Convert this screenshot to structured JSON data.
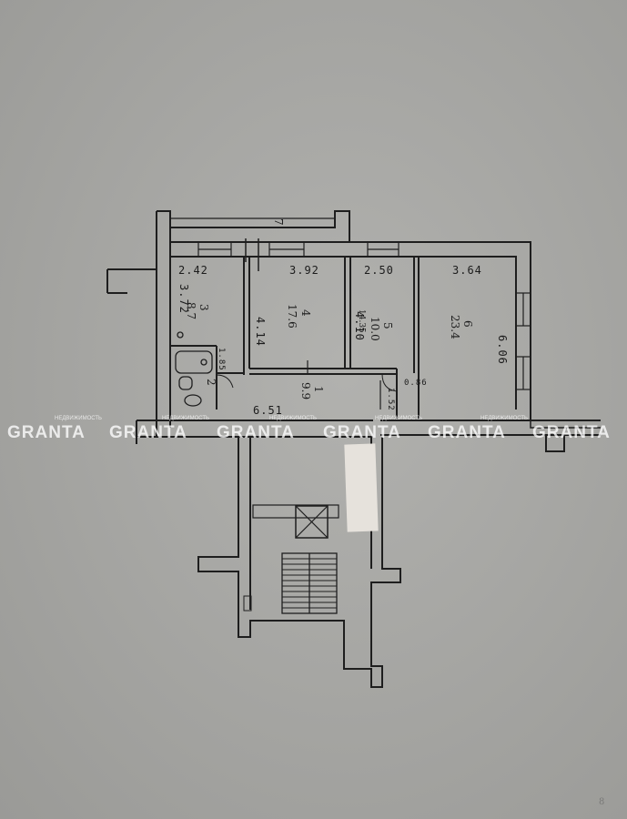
{
  "plan": {
    "dimensions": {
      "d_242": "2.42",
      "d_392": "3.92",
      "d_250": "2.50",
      "d_364": "3.64",
      "d_372": "3.72",
      "d_414": "4.14",
      "d_410": "4.10",
      "d_606": "6.06",
      "d_185": "1.85",
      "d_086": "0.86",
      "d_152": "1.52",
      "d_651": "6.51"
    },
    "rooms": {
      "r1_number": "1",
      "r1_area": "9.9",
      "r2_number": "2",
      "r3_number": "3",
      "r3_area": "8.7",
      "r4_number": "4",
      "r4_area": "17.6",
      "r5_number": "5",
      "r5_area": "10.0",
      "r5_note": "14.35",
      "r6_number": "6",
      "r6_area": "23.4",
      "balcony_mark": "7"
    },
    "watermark": {
      "brand": "GRANTA",
      "tagline": "НЕДВИЖИМОСТЬ"
    },
    "corner_mark": "8"
  }
}
